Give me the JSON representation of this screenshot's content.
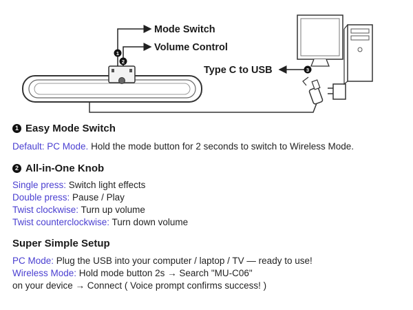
{
  "diagram": {
    "mode_switch": "Mode Switch",
    "volume_control": "Volume Control",
    "type_c": "Type C to USB",
    "marker_1": "1",
    "marker_2": "2",
    "marker_3": "3"
  },
  "section1": {
    "marker": "1",
    "title": "Easy Mode Switch",
    "default_label": "Default: PC Mode.",
    "default_text": " Hold the mode button for 2 seconds to switch to Wireless Mode."
  },
  "section2": {
    "marker": "2",
    "title": "All-in-One Knob",
    "items": [
      {
        "label": "Single press:",
        "text": "  Switch light effects"
      },
      {
        "label": "Double press:",
        "text": "  Pause / Play"
      },
      {
        "label": "Twist clockwise:",
        "text": "  Turn up volume"
      },
      {
        "label": "Twist counterclockwise:",
        "text": "  Turn down volume"
      }
    ]
  },
  "section3": {
    "title": "Super Simple Setup",
    "pc_label": "PC Mode:",
    "pc_text": " Plug the USB into your computer / laptop / TV — ready to use!",
    "wireless_label": "Wireless Mode:",
    "wireless_text": " Hold mode button 2s → Search \"MU-C06\"",
    "wireless_text2": "on your device → Connect ( Voice prompt confirms success! )"
  }
}
